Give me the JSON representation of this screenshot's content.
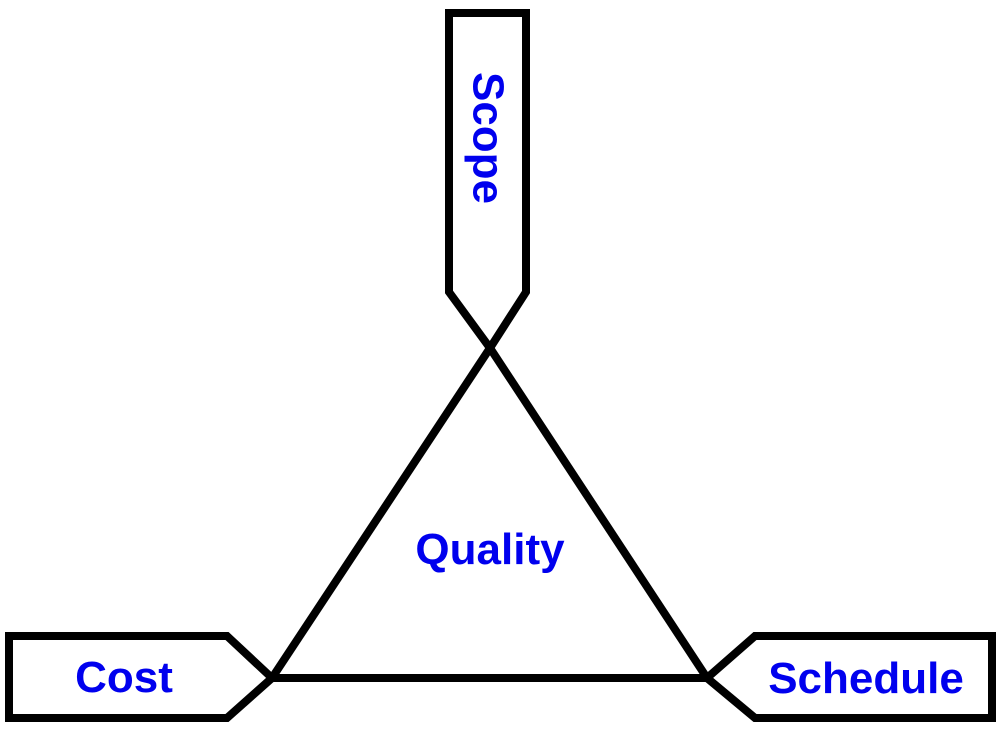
{
  "labels": {
    "top": "Scope",
    "center": "Quality",
    "left": "Cost",
    "right": "Schedule"
  },
  "colors": {
    "label_text": "#0000ee",
    "outline": "#000000",
    "background": "#ffffff"
  }
}
